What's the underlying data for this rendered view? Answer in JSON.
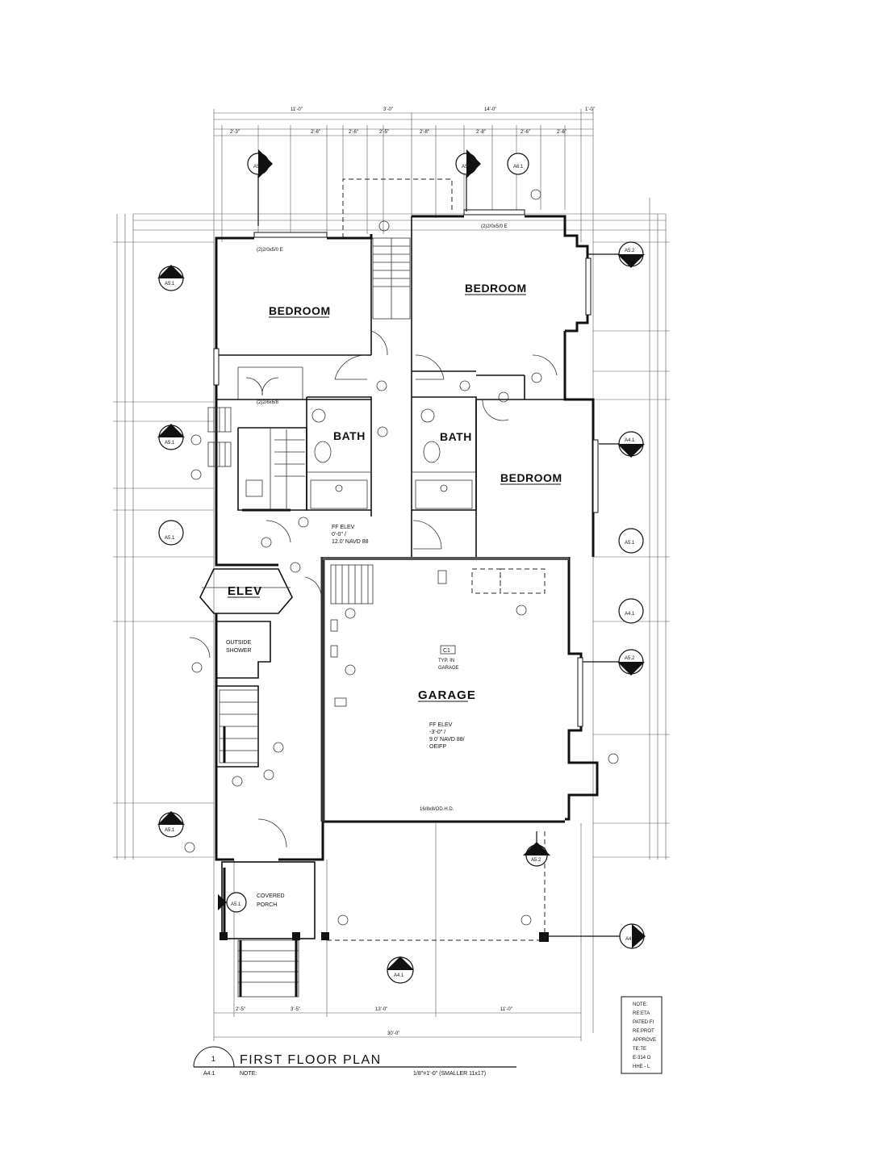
{
  "rooms": {
    "bedroom_nw": "BEDROOM",
    "bedroom_ne": "BEDROOM",
    "bedroom_e": "BEDROOM",
    "bath_left": "BATH",
    "bath_right": "BATH",
    "elev": "ELEV",
    "garage": "GARAGE",
    "outside_shower": [
      "OUTSIDE",
      "SHOWER"
    ],
    "covered_porch": [
      "COVERED",
      "PORCH"
    ]
  },
  "notes": {
    "ff_elev_upper": [
      "FF ELEV",
      "0'-0\" /",
      "12.0' NAVD 88"
    ],
    "ff_elev_garage": [
      "FF ELEV",
      "-3'-0\" /",
      "9.0' NAVD 88/",
      "OEIFP"
    ],
    "c1_tag": "C1",
    "c1_note": [
      "TYP. IN",
      "GARAGE"
    ],
    "garage_door": "16/8x8/OD.H.D.",
    "window_nw": "(2)2/0x5/0 E",
    "window_ne": "(2)2/0x5/0 E",
    "closet_door": "(2)2/6x6/8"
  },
  "callouts": [
    "A5.1",
    "A5.2",
    "A6.1",
    "A4.1"
  ],
  "title": {
    "number": "1",
    "sheet": "A4.1",
    "text": "FIRST FLOOR PLAN",
    "note_label": "NOTE:",
    "scale": "1/8\"=1'-0\" (SMALLER 11x17)"
  },
  "side_note": [
    "NOTE:",
    "RE:ETA",
    "PATED FI",
    "RE:PROT",
    "APPROVE",
    "TE:TE",
    "E-314 O",
    "HHE - L"
  ]
}
